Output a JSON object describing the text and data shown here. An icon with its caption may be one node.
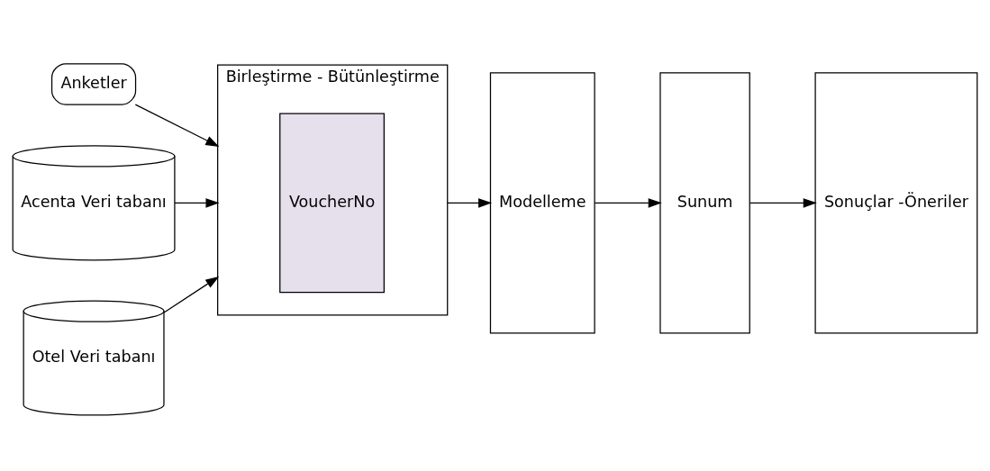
{
  "diagram": {
    "nodes": [
      {
        "text": [
          "Anketler"
        ]
      },
      {
        "text": [
          "Acenta Veri tabanı"
        ]
      },
      {
        "text": [
          "Otel Veri tabanı"
        ]
      },
      {
        "text": [
          "Birleştirme - Bütünleştirme"
        ]
      },
      {
        "text": [
          "VoucherNo"
        ],
        "in": 3
      },
      {
        "text": [
          "Modelleme"
        ]
      },
      {
        "text": [
          "Sunum"
        ]
      },
      {
        "text": [
          "Sonuçlar -Öneriler"
        ]
      }
    ],
    "edges": [
      {
        "from": 0,
        "to": 3,
        "arrow": "to"
      },
      {
        "from": 1,
        "to": 3,
        "arrow": "to"
      },
      {
        "from": 2,
        "to": 3,
        "arrow": "to"
      },
      {
        "from": 3,
        "to": 5,
        "arrow": "to"
      },
      {
        "from": 5,
        "to": 6,
        "arrow": "to"
      },
      {
        "from": 6,
        "to": 7,
        "arrow": "to"
      }
    ]
  }
}
